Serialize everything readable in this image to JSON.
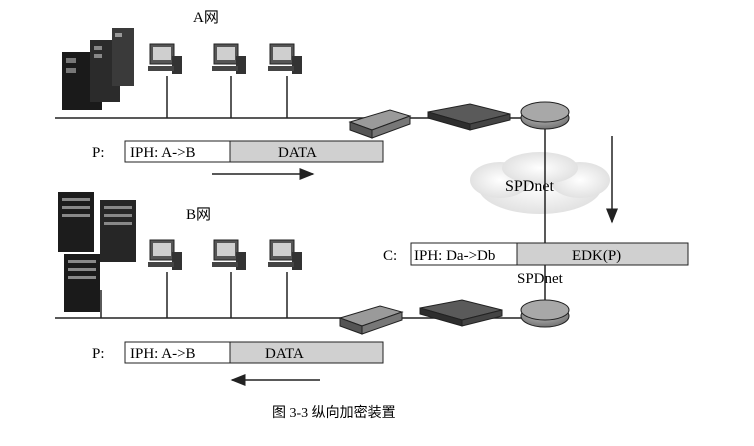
{
  "networks": {
    "a": {
      "label": "A网"
    },
    "b": {
      "label": "B网"
    }
  },
  "packets": {
    "top": {
      "prefix": "P:",
      "header": "IPH: A->B",
      "payload": "DATA"
    },
    "middle": {
      "prefix": "C:",
      "header": "IPH: Da->Db",
      "payload": "EDK(P)"
    },
    "bottom": {
      "prefix": "P:",
      "header": "IPH: A->B",
      "payload": "DATA"
    }
  },
  "cloud": {
    "label": "SPDnet"
  },
  "lower_network_label": "SPDnet",
  "caption": "图 3-3    纵向加密装置",
  "colors": {
    "line": "#222222",
    "packet_fill": "#d0d0d0",
    "header_fill": "#ffffff",
    "device_dark": "#333333",
    "router": "#8a8a8a"
  }
}
